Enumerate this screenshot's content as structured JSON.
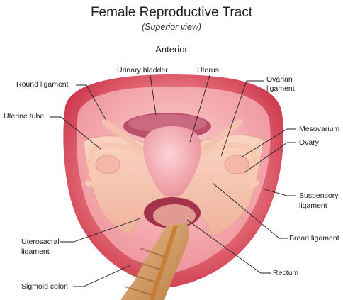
{
  "title": "Female Reproductive Tract",
  "subtitle": "(Superior view)",
  "orientation": "Anterior",
  "labels": {
    "urinary_bladder": "Urinary bladder",
    "uterus": "Uterus",
    "round_ligament": "Round ligament",
    "ovarian_ligament_1": "Ovarian",
    "ovarian_ligament_2": "ligament",
    "uterine_tube": "Uterine tube",
    "mesovarium": "Mesovarium",
    "ovary": "Ovary",
    "suspensory_ligament_1": "Suspensory",
    "suspensory_ligament_2": "ligament",
    "broad_ligament": "Broad ligament",
    "uterosacral_ligament_1": "Uterosacral",
    "uterosacral_ligament_2": "ligament",
    "rectum": "Rectum",
    "sigmoid_colon": "Sigmoid colon"
  },
  "colors": {
    "pelvis_outer": "#d9485a",
    "pelvis_inner": "#f0a3a6",
    "ligament": "#f6c4ae",
    "uterus": "#f4aab0",
    "bladder": "#b9506a",
    "rectum": "#d98c8a",
    "colon": "#d6a06a",
    "leader_line": "#222222"
  }
}
